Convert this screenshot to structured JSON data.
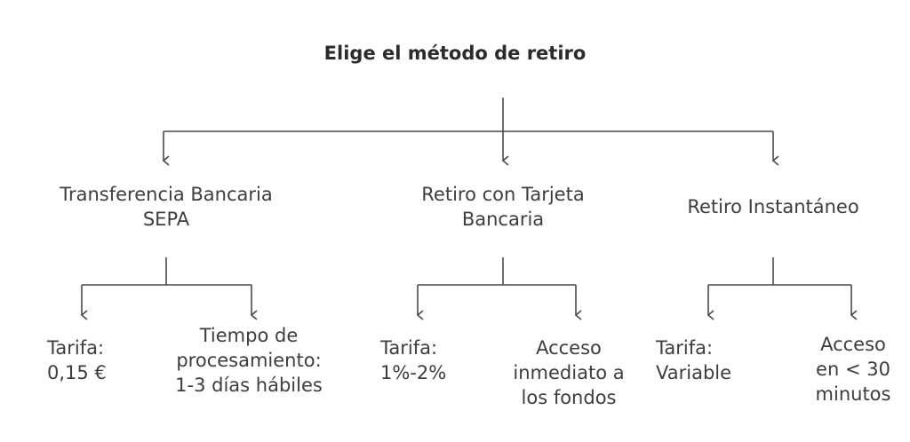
{
  "title": "Elige el método de retiro",
  "colors": {
    "line": "#4a4a4a",
    "text": "#3d3d3d",
    "title": "#2b2b2b"
  },
  "methods": [
    {
      "label": "Transferencia Bancaria\nSEPA",
      "details": [
        {
          "text": "Tarifa:\n0,15 €"
        },
        {
          "text": "Tiempo de\nprocesamiento:\n1-3 días hábiles"
        }
      ]
    },
    {
      "label": "Retiro con Tarjeta\nBancaria",
      "details": [
        {
          "text": "Tarifa:\n1%-2%"
        },
        {
          "text": "Acceso\ninmediato a\nlos fondos"
        }
      ]
    },
    {
      "label": "Retiro Instantáneo",
      "details": [
        {
          "text": "Tarifa:\nVariable"
        },
        {
          "text": "Acceso\nen < 30\nminutos"
        }
      ]
    }
  ]
}
